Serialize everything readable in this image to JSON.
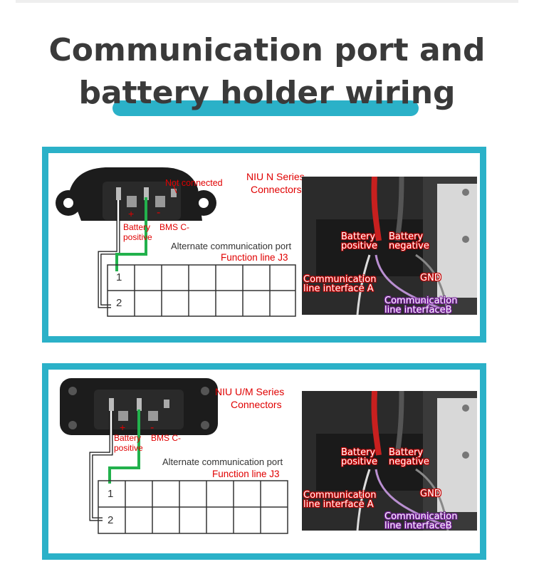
{
  "header": {
    "title_line1": "Communication port and",
    "title_line2": "battery holder wiring"
  },
  "colors": {
    "accent": "#2bb1c8",
    "label_red": "#e00000",
    "wire_green": "#22b14c",
    "wire_red": "#d12a2a"
  },
  "panel1": {
    "series_line1": "NIU N Series",
    "series_line2": "Connectors",
    "not_connected": "Not connected",
    "battery_positive_line1": "Battery",
    "battery_positive_line2": "positive",
    "bms": "BMS C-",
    "alt_port": "Alternate communication port",
    "function_line": "Function line J3",
    "row1": "1",
    "row2": "2",
    "photo": {
      "battery_positive_line1": "Battery",
      "battery_positive_line2": "positive",
      "battery_negative_line1": "Battery",
      "battery_negative_line2": "negative",
      "comm_a_line1": "Communication",
      "comm_a_line2": "line interface A",
      "gnd": "GND",
      "comm_b_line1": "Communication",
      "comm_b_line2": "line interfaceB"
    }
  },
  "panel2": {
    "series_line1": "NIU U/M Series",
    "series_line2": "Connectors",
    "battery_positive_line1": "Battery",
    "battery_positive_line2": "positive",
    "bms": "BMS C-",
    "alt_port": "Alternate communication port",
    "function_line": "Function line J3",
    "row1": "1",
    "row2": "2",
    "photo": {
      "battery_positive_line1": "Battery",
      "battery_positive_line2": "positive",
      "battery_negative_line1": "Battery",
      "battery_negative_line2": "negative",
      "comm_a_line1": "Communication",
      "comm_a_line2": "line interface A",
      "gnd": "GND",
      "comm_b_line1": "Communication",
      "comm_b_line2": "line interfaceB"
    }
  }
}
